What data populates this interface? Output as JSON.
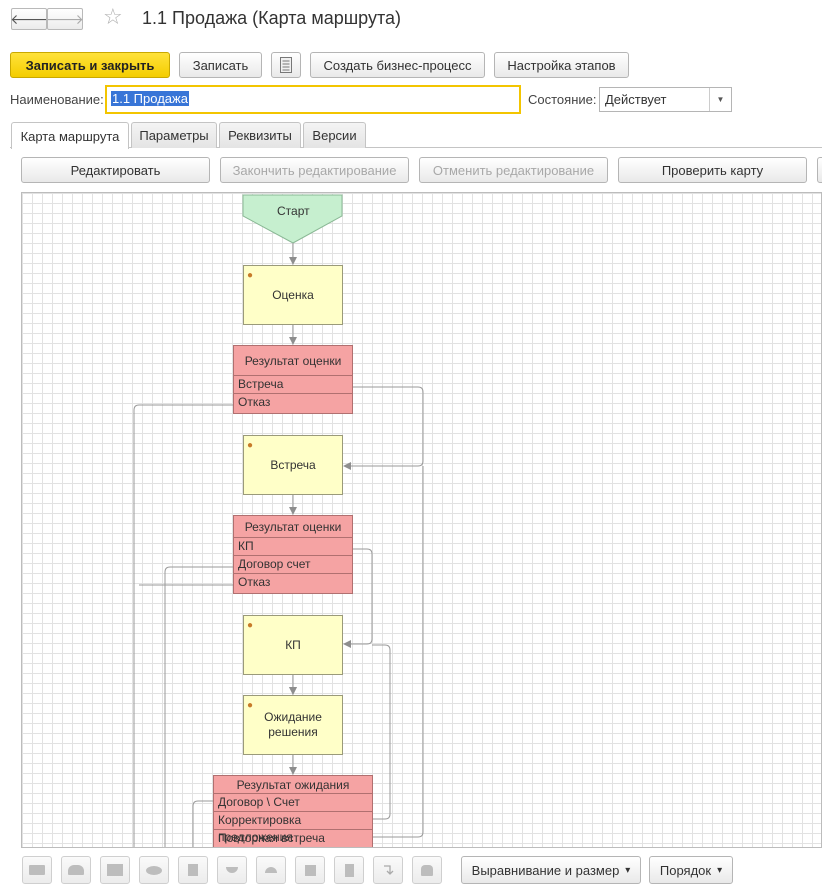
{
  "window": {
    "title": "1.1 Продажа (Карта маршрута)",
    "back_glyph": "🡐",
    "forward_glyph": "🡒",
    "star_glyph": "☆"
  },
  "toolbar": {
    "save_close_label": "Записать и закрыть",
    "save_label": "Записать",
    "create_bp_label": "Создать бизнес-процесс",
    "stages_label": "Настройка этапов"
  },
  "form": {
    "name_label": "Наименование:",
    "name_value": "1.1 Продажа",
    "state_label": "Состояние:",
    "state_value": "Действует"
  },
  "tabs": [
    {
      "label": "Карта маршрута"
    },
    {
      "label": "Параметры"
    },
    {
      "label": "Реквизиты"
    },
    {
      "label": "Версии"
    }
  ],
  "map_toolbar": {
    "edit_label": "Редактировать",
    "finish_label": "Закончить редактирование",
    "cancel_label": "Отменить редактирование",
    "check_label": "Проверить карту"
  },
  "map": {
    "start_label": "Старт",
    "nodes": {
      "assess": "Оценка",
      "meeting": "Встреча",
      "kp": "КП",
      "waiting": "Ожидание решения"
    },
    "decisions": [
      {
        "title": "Результат оценки",
        "rows": [
          "Встреча",
          "Отказ"
        ]
      },
      {
        "title": "Результат оценки",
        "rows": [
          "КП",
          "Договор счет",
          "Отказ"
        ]
      },
      {
        "title": "Результат ожидания",
        "rows": [
          "Договор \\ Счет",
          "Корректировка предложения",
          "Повторная встреча"
        ]
      }
    ]
  },
  "bottom_toolbar": {
    "align_label": "Выравнивание и размер",
    "order_label": "Порядок",
    "dropdown_glyph": "▾"
  },
  "colors": {
    "task": "#ffffc8",
    "decision": "#f5a3a3",
    "start": "#c6efcf",
    "primary_button": "#f4cd00"
  }
}
